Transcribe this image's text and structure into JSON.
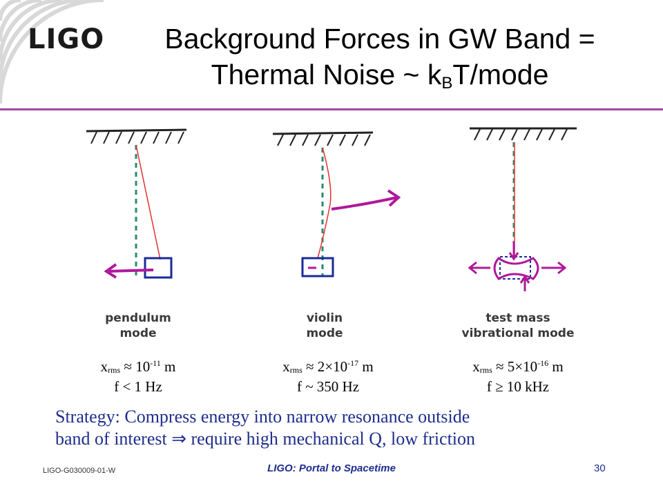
{
  "slide": {
    "logo": "LIGO",
    "title_line1": "Background Forces in GW Band =",
    "title_line2_pre": "Thermal Noise ~ k",
    "title_line2_sub": "B",
    "title_line2_post": "T/mode"
  },
  "modes": [
    {
      "caption_line1": "pendulum",
      "caption_line2": "mode",
      "x_sym": "x",
      "x_sub": "rms",
      "x_rel": "≈",
      "x_mant": "10",
      "x_exp": "-11",
      "x_unit": "m",
      "f_line": "f  < 1 Hz"
    },
    {
      "caption_line1": "violin",
      "caption_line2": "mode",
      "x_sym": "x",
      "x_sub": "rms",
      "x_rel": "≈",
      "x_mant": "2×10",
      "x_exp": "-17",
      "x_unit": "m",
      "f_line": "f ~ 350 Hz"
    },
    {
      "caption_line1": "test mass",
      "caption_line2": "vibrational mode",
      "x_sym": "x",
      "x_sub": "rms",
      "x_rel": "≈",
      "x_mant": "5×10",
      "x_exp": "-16",
      "x_unit": "m",
      "f_line": "f  ≥ 10 kHz"
    }
  ],
  "strategy": {
    "line1": "Strategy: Compress energy into narrow resonance outside",
    "line2": "band of interest ⇒ require high mechanical Q, low friction"
  },
  "footer": {
    "doc_id": "LIGO-G030009-01-W",
    "center": "LIGO: Portal to Spacetime",
    "page": "30"
  },
  "colors": {
    "accent_rule": "#a04aa0",
    "text_blue": "#1e2d8c",
    "arrow_magenta": "#b0189a",
    "wire_red": "#e03030",
    "dash_green": "#2a8a6a",
    "mass_blue": "#1a2a9a"
  }
}
